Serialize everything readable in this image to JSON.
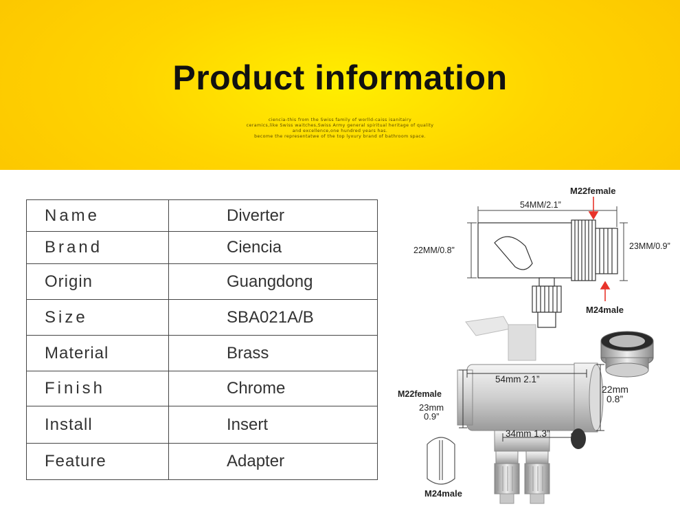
{
  "banner": {
    "title": "Product information",
    "description_lines": [
      "ciencia-this from the Swiss family of worlld-caiss isanitairy",
      "ceramics,like Swiss waitches,Swiss Army general spiritual heritage of quality",
      "and excellence,one hundred years has.",
      "become the representatwe of the top lyxury brand of bathroom space."
    ]
  },
  "specs": [
    {
      "label": "Name",
      "value": "Diverter"
    },
    {
      "label": "Brand",
      "value": "Ciencia"
    },
    {
      "label": "Origin",
      "value": "Guangdong"
    },
    {
      "label": "Size",
      "value": "SBA021A/B"
    },
    {
      "label": "Material",
      "value": "Brass"
    },
    {
      "label": "Finish",
      "value": "Chrome"
    },
    {
      "label": "Install",
      "value": "Insert"
    },
    {
      "label": "Feature",
      "value": "Adapter"
    }
  ],
  "diagram": {
    "top": {
      "m22female": "M22female",
      "width": "54MM/2.1”",
      "height_left": "22MM/0.8”",
      "height_right": "23MM/0.9”",
      "m24male": "M24male"
    },
    "bottom": {
      "m22female": "M22female",
      "width": "54mm 2.1”",
      "height_left_1": "23mm",
      "height_left_2": "0.9”",
      "height_right_1": "22mm",
      "height_right_2": "0.8”",
      "outlet": "34mm 1.3”",
      "m24male": "M24male"
    }
  },
  "colors": {
    "banner": "#ffd400",
    "arrow": "#e8332a"
  }
}
